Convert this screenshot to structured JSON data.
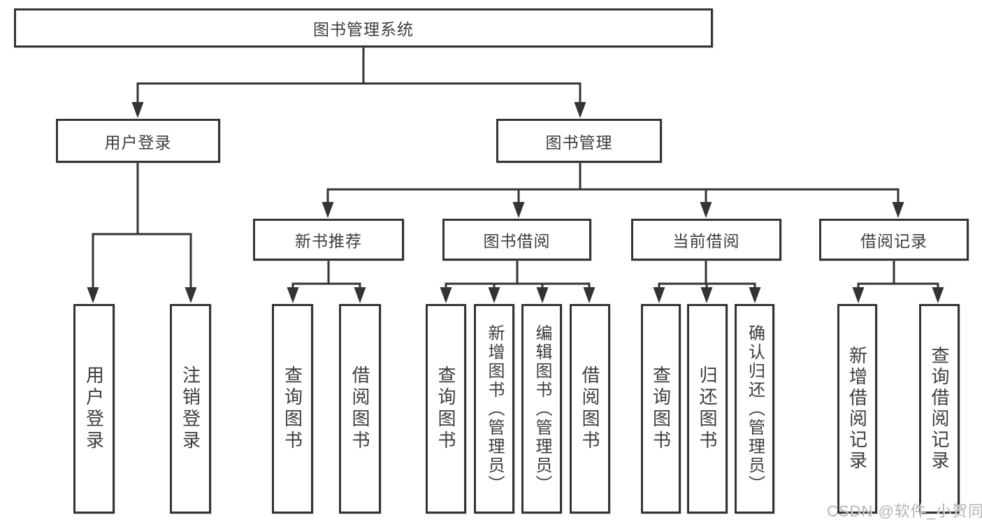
{
  "colors": {
    "line": "#333333",
    "node_border": "#343434",
    "node_text": "#3d3d3d",
    "watermark_text": "#b3b3b3",
    "background": "#ffffff"
  },
  "tree": {
    "root": {
      "label": "图书管理系统"
    },
    "branches": [
      {
        "label": "用户登录",
        "leaves": [
          {
            "label": "用户登录"
          },
          {
            "label": "注销登录"
          }
        ]
      },
      {
        "label": "图书管理",
        "sections": [
          {
            "label": "新书推荐",
            "leaves": [
              {
                "label": "查询图书"
              },
              {
                "label": "借阅图书"
              }
            ]
          },
          {
            "label": "图书借阅",
            "leaves": [
              {
                "label": "查询图书"
              },
              {
                "label": "新增图书（管理员）"
              },
              {
                "label": "编辑图书（管理员）"
              },
              {
                "label": "借阅图书"
              }
            ]
          },
          {
            "label": "当前借阅",
            "leaves": [
              {
                "label": "查询图书"
              },
              {
                "label": "归还图书"
              },
              {
                "label": "确认归还（管理员）"
              }
            ]
          },
          {
            "label": "借阅记录",
            "leaves": [
              {
                "label": "新增借阅记录"
              },
              {
                "label": "查询借阅记录"
              }
            ]
          }
        ]
      }
    ]
  },
  "watermark": {
    "text": "CSDN @软件_小贺同学"
  }
}
